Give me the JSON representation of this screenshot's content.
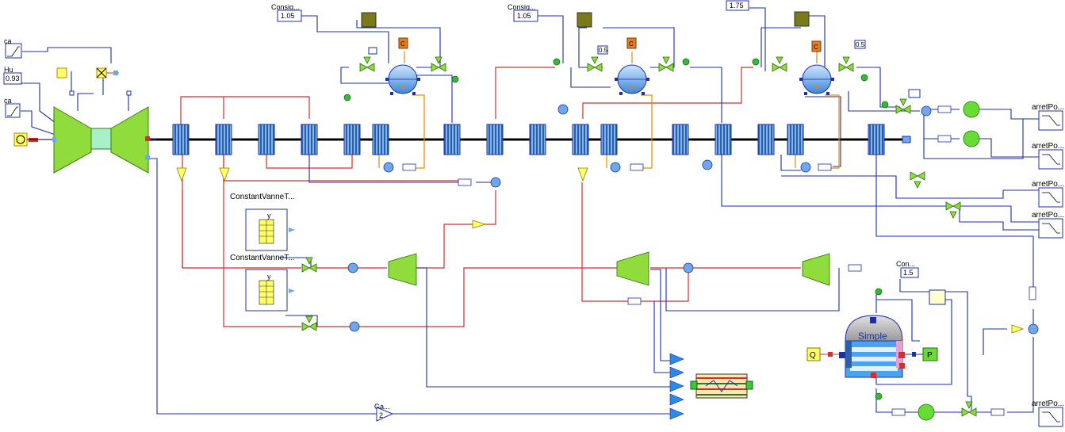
{
  "labels": {
    "ca_top": "ca",
    "hu": "Hu",
    "hu_value": "0.93",
    "ca_mid": "ca",
    "consig_1": "Consig...",
    "consig_1_value": "1.05",
    "consig_2": "Consig...",
    "consig_2_value": "1.05",
    "consig_3_value": "1.75",
    "valve_param_1": "0.5",
    "valve_param_2": "0.5",
    "constant_table_1": "ConstantVanneT...",
    "constant_table_2": "ConstantVanneT...",
    "arret_1": "arretPo...",
    "arret_2": "arretPo...",
    "arret_3": "arretPo...",
    "arret_4": "arretPo...",
    "arret_5": "arretPo...",
    "con": "Con...",
    "con_value": "1.5",
    "simple": "Simple",
    "gain": "Ga...",
    "gain_value": "2",
    "q_sensor": "Q",
    "p_sensor": "P",
    "c_sensor": "C",
    "table_y": "y"
  },
  "colors": {
    "shaft": "#000000",
    "water_line": "#d32f2f",
    "steam_line": "#1a2fa8",
    "signal_line": "#2255cc",
    "orange_line": "#e68a00",
    "turbine_fill": "#8fdc3c",
    "hx_fill": "#6ea8e8",
    "valve_fill": "#8fdc3c",
    "drum_fill": "#5aa0e6",
    "sensor_yellow": "#ffff66",
    "sensor_green": "#66dd33",
    "orange_box": "#e67e22",
    "olive_box": "#7a7a1a"
  }
}
